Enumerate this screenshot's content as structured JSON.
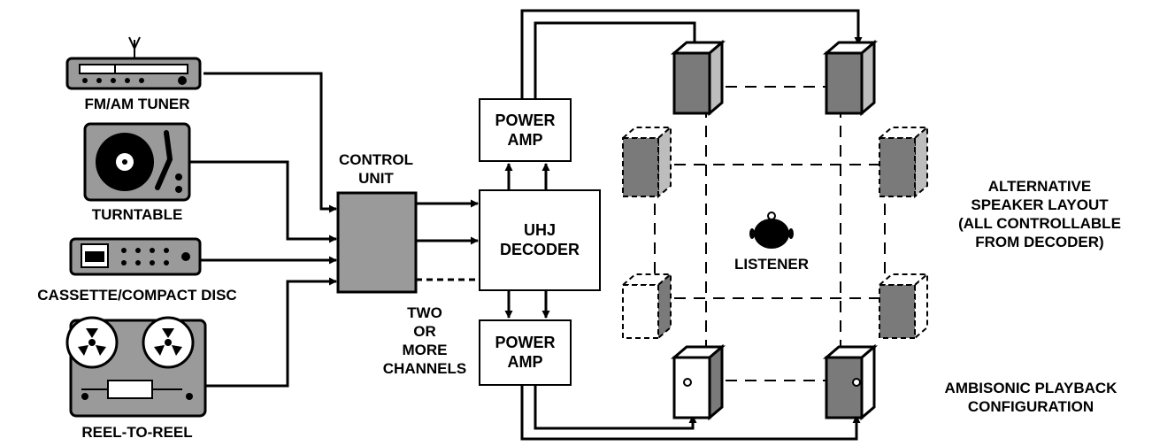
{
  "sources": {
    "tuner": "FM/AM TUNER",
    "turntable": "TURNTABLE",
    "cassette": "CASSETTE/COMPACT DISC",
    "reel": "REEL-TO-REEL"
  },
  "control_unit": {
    "line1": "CONTROL",
    "line2": "UNIT"
  },
  "channels": {
    "line1": "TWO",
    "line2": "OR",
    "line3": "MORE",
    "line4": "CHANNELS"
  },
  "power_amp_top": {
    "line1": "POWER",
    "line2": "AMP"
  },
  "power_amp_bottom": {
    "line1": "POWER",
    "line2": "AMP"
  },
  "decoder": {
    "line1": "UHJ",
    "line2": "DECODER"
  },
  "listener": "LISTENER",
  "alternative": {
    "line1": "ALTERNATIVE",
    "line2": "SPEAKER LAYOUT",
    "line3": "(ALL CONTROLLABLE",
    "line4": "FROM DECODER)"
  },
  "configuration": {
    "line1": "AMBISONIC PLAYBACK",
    "line2": "CONFIGURATION"
  },
  "colors": {
    "line": "#000000",
    "device_fill": "#9a9a9a",
    "speaker_dark": "#7a7a7a",
    "speaker_light": "#ffffff"
  }
}
